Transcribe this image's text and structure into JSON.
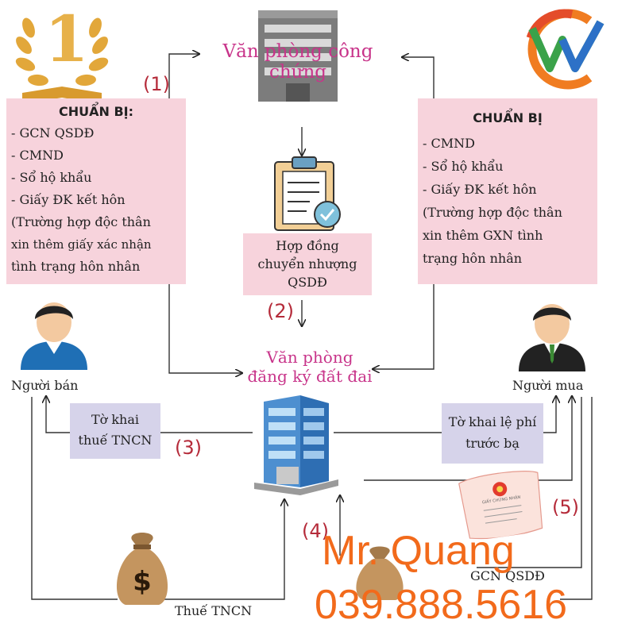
{
  "notary_title": "Văn phòng công chứng",
  "land_office_title": [
    "Văn phòng",
    "đăng ký đất đai"
  ],
  "seller": {
    "heading": "CHUẨN BỊ:",
    "items": [
      "- GCN QSDĐ",
      "- CMND",
      "- Sổ hộ khẩu",
      "- Giấy ĐK kết hôn",
      "(Trường hợp độc thân",
      "xin thêm giấy xác nhận",
      "tình trạng hôn nhân"
    ]
  },
  "buyer": {
    "heading": "CHUẨN BỊ",
    "items": [
      "- CMND",
      "- Sổ hộ khẩu",
      "- Giấy ĐK kết hôn",
      "(Trường hợp độc thân",
      "xin thêm GXN tình",
      "trạng hôn nhân"
    ]
  },
  "contract": [
    "Hợp đồng",
    "chuyển nhượng",
    "QSDĐ"
  ],
  "seller_label": "Người bán",
  "buyer_label": "Người mua",
  "tax_form": [
    "Tờ khai",
    "thuế TNCN"
  ],
  "fee_form": [
    "Tờ khai lệ phí",
    "trước bạ"
  ],
  "steps": [
    "(1)",
    "(2)",
    "(3)",
    "(4)",
    "(5)"
  ],
  "tax_label": "Thuế TNCN",
  "certificate_label": "GCN QSDĐ",
  "certificate_title": "GIẤY CHỨNG NHẬN",
  "trophy_number": "1",
  "contact": {
    "name": "Mr. Quang",
    "phone": "039.888.5616"
  },
  "colors": {
    "pink": "#f7d3dc",
    "lilac": "#d6d3ea",
    "magenta": "#c8348a",
    "step_red": "#b52b3a",
    "contact_orange": "#f26a1b"
  }
}
